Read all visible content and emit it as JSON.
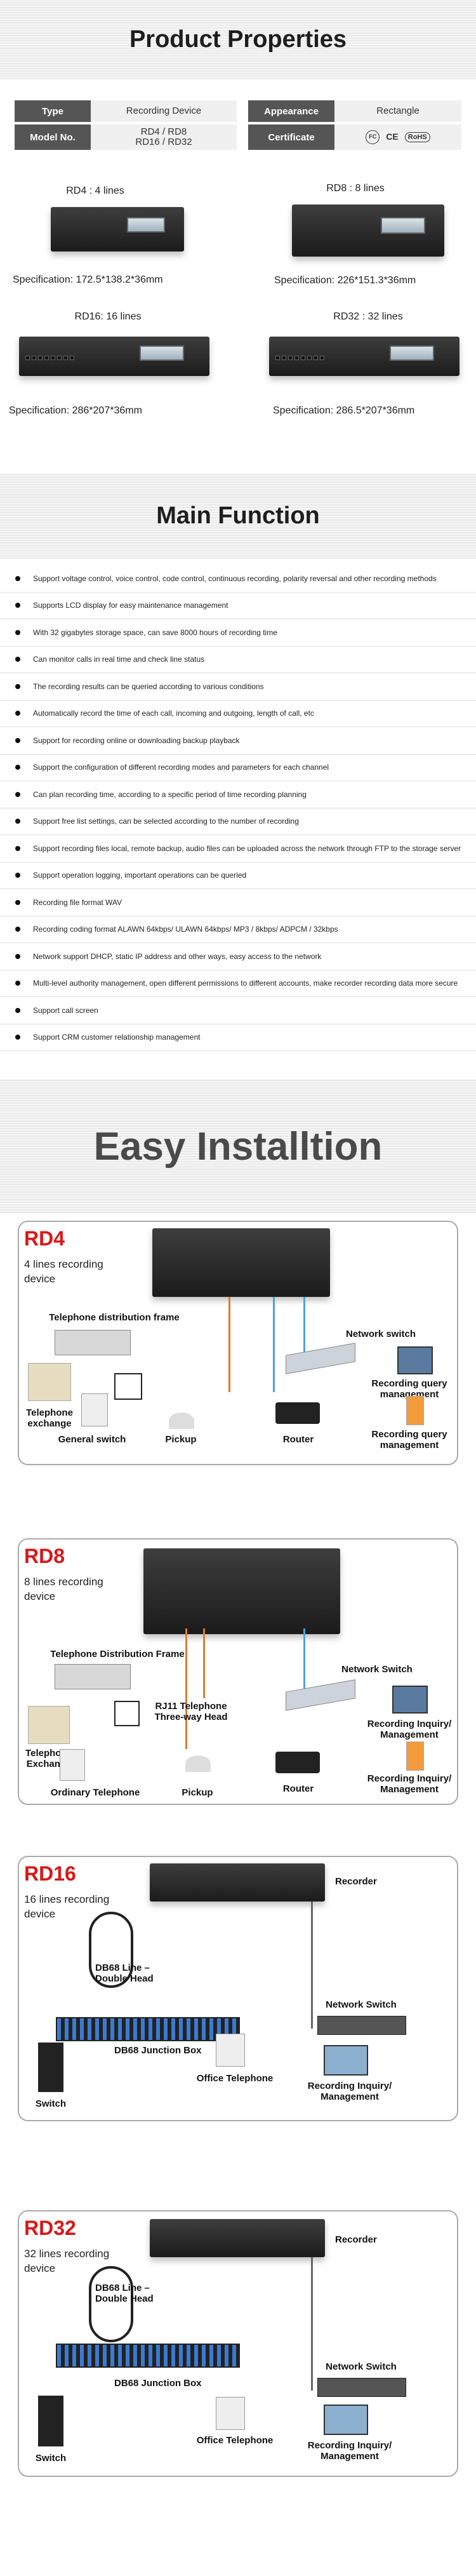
{
  "section1": {
    "title": "Product Properties"
  },
  "spec": {
    "type_label": "Type",
    "type_value": "Recording Device",
    "model_label": "Model No.",
    "model_value_1": "RD4 / RD8",
    "model_value_2": "RD16 / RD32",
    "appearance_label": "Appearance",
    "appearance_value": "Rectangle",
    "certificate_label": "Certificate",
    "cert_marks": [
      "FC",
      "CE",
      "RoHS"
    ]
  },
  "products": [
    {
      "title": "RD4 : 4 lines",
      "spec": "Specification: 172.5*138.2*36mm"
    },
    {
      "title": "RD8 : 8 lines",
      "spec": "Specification: 226*151.3*36mm"
    },
    {
      "title": "RD16: 16 lines",
      "spec": "Specification: 286*207*36mm"
    },
    {
      "title": "RD32 : 32 lines",
      "spec": "Specification: 286.5*207*36mm"
    }
  ],
  "section2": {
    "title": "Main Function"
  },
  "functions": [
    "Support voltage control, voice control, code control, continuous recording, polarity reversal and other recording methods",
    "Supports LCD display for easy maintenance management",
    "With 32 gigabytes storage space, can save 8000 hours of recording time",
    "Can monitor calls in real time and check line status",
    "The recording results can be queried according to various conditions",
    "Automatically record the time of each call, incoming and outgoing, length of call, etc",
    "Support for recording online or downloading backup playback",
    "Support the configuration of different recording modes and parameters for each channel",
    "Can plan recording time, according to a specific period of time recording planning",
    "Support free list settings, can be selected according to the number of recording",
    "Support recording files local, remote backup, audio files can be uploaded across the network through FTP to the storage server",
    "Support operation logging, important operations can be queried",
    "Recording file format WAV",
    "Recording coding format ALAWN 64kbps/ ULAWN 64kbps/ MP3 / 8kbps/ ADPCM / 32kbps",
    "Network support DHCP, static IP address and other ways, easy access to the network",
    "Multi-level authority management, open different permissions to different accounts, make recorder recording data more secure",
    "Support call screen",
    "Support CRM customer relationship management"
  ],
  "section3": {
    "title": "Easy Installtion"
  },
  "panels": [
    {
      "model": "RD4",
      "desc": "4 lines recording device",
      "labels": {
        "frame": "Telephone distribution frame",
        "exchange": "Telephone exchange",
        "general": "General switch",
        "pickup": "Pickup",
        "netswitch": "Network switch",
        "query1": "Recording query management",
        "router": "Router",
        "query2": "Recording query management"
      }
    },
    {
      "model": "RD8",
      "desc": "8 lines recording device",
      "labels": {
        "frame": "Telephone Distribution Frame",
        "rj11": "RJ11 Telephone Three-way Head",
        "exchange": "Telephone Exchange",
        "ordinary": "Ordinary Telephone",
        "pickup": "Pickup",
        "netswitch": "Network Switch",
        "inquiry1": "Recording Inquiry/ Management",
        "router": "Router",
        "inquiry2": "Recording Inquiry/ Management"
      }
    },
    {
      "model": "RD16",
      "desc": "16 lines recording device",
      "labels": {
        "recorder": "Recorder",
        "db68line": "DB68 Line – Double Head",
        "netswitch": "Network Switch",
        "junction": "DB68 Junction Box",
        "office": "Office Telephone",
        "switch": "Switch",
        "inquiry": "Recording Inquiry/ Management"
      }
    },
    {
      "model": "RD32",
      "desc": "32 lines recording device",
      "labels": {
        "recorder": "Recorder",
        "db68line": "DB68 Line – Double Head",
        "netswitch": "Network Switch",
        "junction": "DB68 Junction Box",
        "office": "Office Telephone",
        "switch": "Switch",
        "inquiry": "Recording Inquiry/ Management"
      }
    }
  ]
}
